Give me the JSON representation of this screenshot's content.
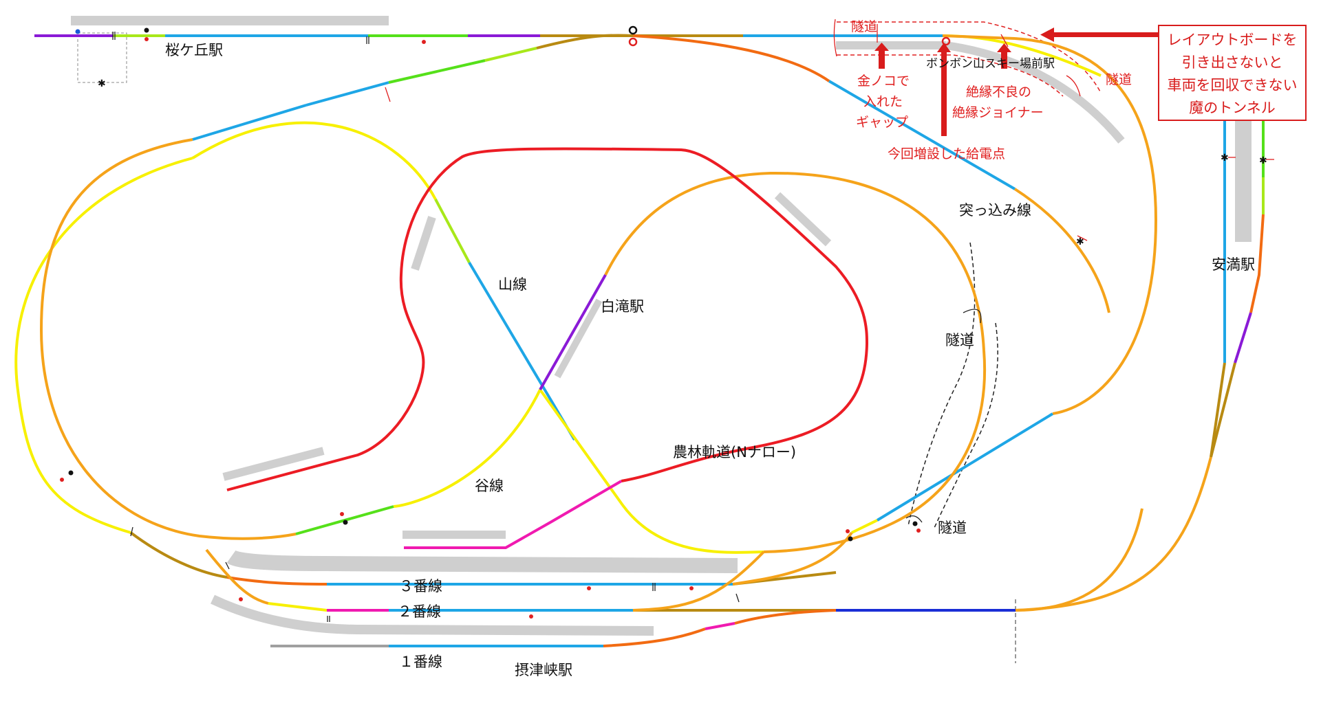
{
  "labels": {
    "sakuragaoka": "桜ケ丘駅",
    "anman": "安満駅",
    "settsukyo": "摂津峡駅",
    "shirataki": "白滝駅",
    "bonbon": "ボンボン山スキー場前駅",
    "yamasen": "山線",
    "tanisen": "谷線",
    "tsukkomi": "突っ込み線",
    "norin": "農林軌道(Nナロー)",
    "track3": "３番線",
    "track2": "２番線",
    "track1": "１番線",
    "tunnel_mid": "隧道",
    "tunnel_low": "隧道"
  },
  "annotations": {
    "tunnel_top": "隧道",
    "tunnel_right": "隧道",
    "gap_lines": [
      "金ノコで",
      "入れた",
      "ギャップ"
    ],
    "bad_joiner_lines": [
      "絶縁不良の",
      "絶縁ジョイナー"
    ],
    "feeder": "今回増設した給電点"
  },
  "callout": {
    "lines": [
      "レイアウトボードを",
      "引き出さないと",
      "車両を回収できない",
      "魔のトンネル"
    ]
  },
  "colors": {
    "yellow": "#f7f000",
    "orange": "#f5a31a",
    "dark_orange": "#f26b12",
    "blue": "#1ea6e6",
    "green": "#55e01a",
    "lime": "#a8e81a",
    "purple": "#8a1ad6",
    "magenta": "#f01ab0",
    "olive": "#b88a12",
    "red": "#ec1c24",
    "navy": "#1a2ed6",
    "gray": "#cfcfcf",
    "annotation_red": "#e02020"
  }
}
